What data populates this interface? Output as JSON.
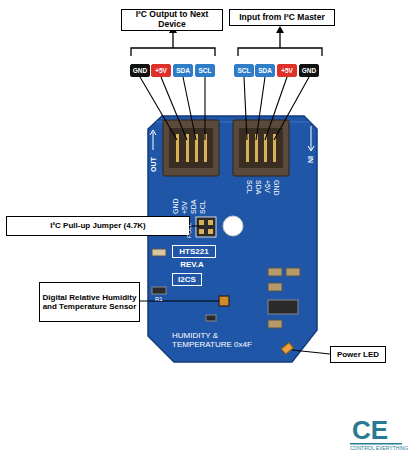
{
  "diagram": {
    "nodes": [
      {
        "text": [
          "I²C Output to Next Device"
        ]
      },
      {
        "text": [
          "Input from I²C Master"
        ]
      },
      {
        "text": [
          "GND"
        ]
      },
      {
        "text": [
          "+5V"
        ]
      },
      {
        "text": [
          "SDA"
        ]
      },
      {
        "text": [
          "SCL"
        ]
      },
      {
        "text": [
          "SCL"
        ]
      },
      {
        "text": [
          "SDA"
        ]
      },
      {
        "text": [
          "+5V"
        ]
      },
      {
        "text": [
          "GND"
        ]
      },
      {
        "text": [
          "I²C Pull-up Jumper (4.7K)"
        ]
      },
      {
        "text": [
          "HTS221"
        ]
      },
      {
        "text": [
          "REV.A"
        ]
      },
      {
        "text": [
          "I2CS"
        ]
      },
      {
        "text": [
          "Digital Relative Humidity and Temperature Sensor"
        ]
      },
      {
        "text": [
          "Power LED"
        ]
      }
    ],
    "labels": [
      "OUT",
      "IN",
      "GND",
      "+5V",
      "SDA",
      "SCL",
      "SCL",
      "SDA",
      "+5V",
      "GND",
      "PULL",
      "HUMIDITY & TEMPERATURE 0x4F",
      "R1",
      "CE",
      "CONTROL EVERYTHING"
    ]
  }
}
